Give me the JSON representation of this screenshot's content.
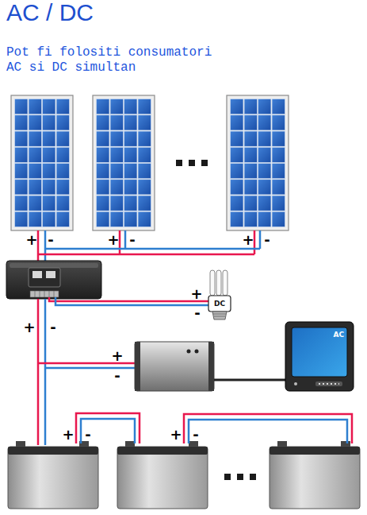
{
  "diagram": {
    "title": "AC / DC",
    "nodes": [
      {
        "text": [
          "DC"
        ]
      },
      {
        "text": [
          "AC"
        ]
      }
    ],
    "labels": [
      "Pot fi folositi consumatori AC si DC simultan",
      "+",
      "-",
      "+",
      "-",
      "+",
      "-",
      "+",
      "-",
      "+",
      "-",
      "+",
      "-",
      "+",
      "-",
      "+",
      "-"
    ]
  }
}
